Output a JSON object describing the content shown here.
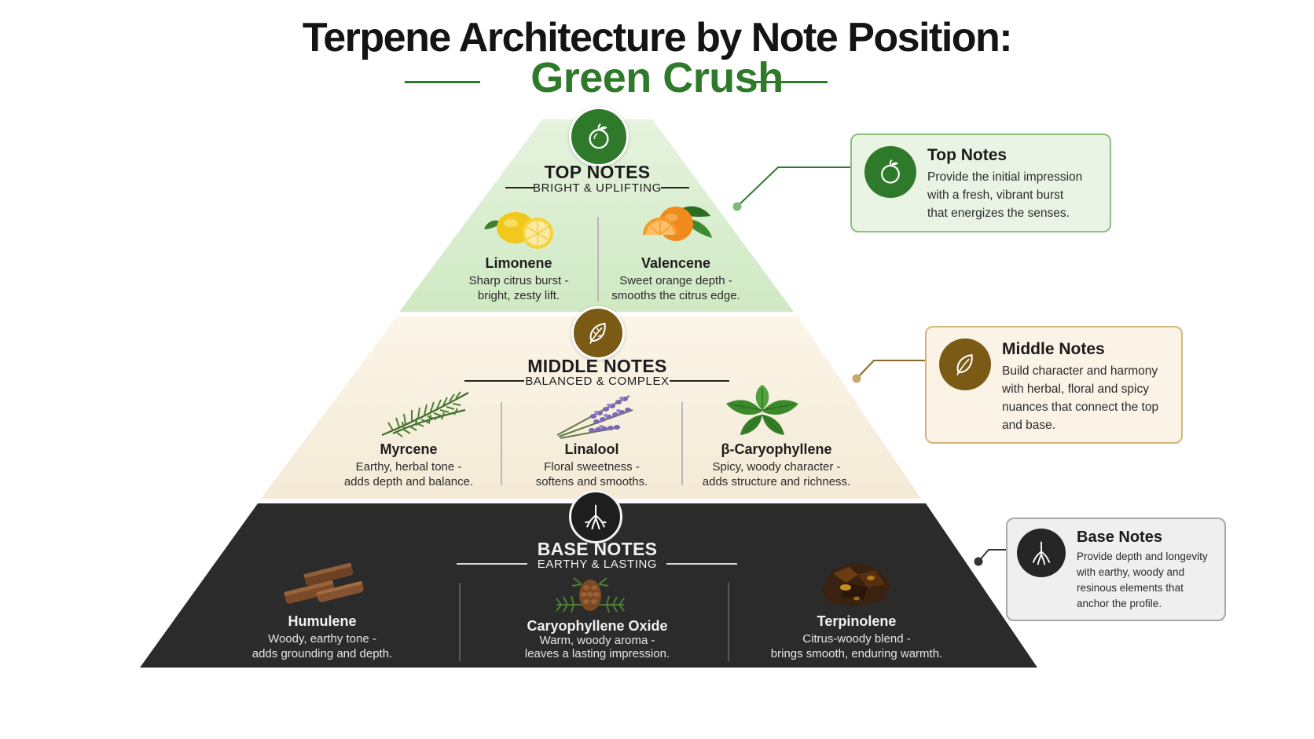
{
  "title": {
    "line1": "Terpene Architecture by Note Position:",
    "line2": "Green Crush"
  },
  "colors": {
    "green": "#2f7a2a",
    "top_fill": "#dcefd4",
    "middle_fill": "#f8f1e2",
    "base_fill": "#2b2b2b",
    "brown": "#7a5a15"
  },
  "tiers": {
    "top": {
      "title": "TOP NOTES",
      "subtitle": "BRIGHT & UPLIFTING",
      "icon": "fruit-icon",
      "items": [
        {
          "name": "Limonene",
          "desc1": "Sharp citrus burst -",
          "desc2": "bright, zesty lift.",
          "icon": "lemon-icon"
        },
        {
          "name": "Valencene",
          "desc1": "Sweet orange depth -",
          "desc2": "smooths the citrus edge.",
          "icon": "orange-icon"
        }
      ]
    },
    "middle": {
      "title": "MIDDLE NOTES",
      "subtitle": "BALANCED & COMPLEX",
      "icon": "leaf-icon",
      "items": [
        {
          "name": "Myrcene",
          "desc1": "Earthy, herbal tone -",
          "desc2": "adds depth and balance.",
          "icon": "rosemary-icon"
        },
        {
          "name": "Linalool",
          "desc1": "Floral sweetness -",
          "desc2": "softens and smooths.",
          "icon": "lavender-icon"
        },
        {
          "name": "β-Caryophyllene",
          "desc1": "Spicy, woody character -",
          "desc2": "adds structure and richness.",
          "icon": "basil-icon"
        }
      ]
    },
    "base": {
      "title": "BASE NOTES",
      "subtitle": "EARTHY & LASTING",
      "icon": "roots-icon",
      "items": [
        {
          "name": "Humulene",
          "desc1": "Woody, earthy tone -",
          "desc2": "adds grounding and depth.",
          "icon": "wood-icon"
        },
        {
          "name": "Caryophyllene Oxide",
          "desc1": "Warm, woody aroma -",
          "desc2": "leaves a lasting impression.",
          "icon": "pinecone-icon"
        },
        {
          "name": "Terpinolene",
          "desc1": "Citrus-woody blend -",
          "desc2": "brings smooth, enduring warmth.",
          "icon": "resin-icon"
        }
      ]
    }
  },
  "cards": {
    "top": {
      "title": "Top Notes",
      "lines": [
        "Provide the initial impression",
        "with a fresh, vibrant burst",
        "that energizes the senses."
      ]
    },
    "middle": {
      "title": "Middle Notes",
      "lines": [
        "Build character and harmony",
        "with herbal, floral and spicy",
        "nuances that connect the top",
        "and base."
      ]
    },
    "base": {
      "title": "Base Notes",
      "lines": [
        "Provide depth and longevity",
        "with earthy, woody and",
        "resinous elements that",
        "anchor the profile."
      ]
    }
  }
}
